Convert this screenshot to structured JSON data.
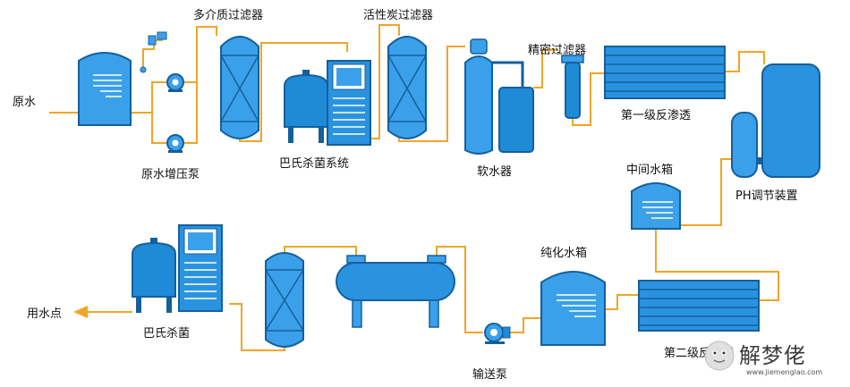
{
  "colors": {
    "pipe": "#f0a527",
    "vessel_dark": "#1f8ad6",
    "vessel_light": "#3aa0ea",
    "frame": "#155f9c"
  },
  "labels": {
    "raw_water": "原水",
    "multimedia_filter": "多介质过滤器",
    "activated_carbon_filter": "活性炭过滤器",
    "precision_filter": "精密过滤器",
    "raw_water_pump": "原水增压泵",
    "pasteurization_system": "巴氏杀菌系统",
    "water_softener": "软水器",
    "ro_stage_1": "第一级反渗透",
    "intermediate_tank": "中间水箱",
    "ph_adjust": "PH调节装置",
    "pure_water_tank": "纯化水箱",
    "point_of_use": "用水点",
    "pasteurization": "巴氏杀菌",
    "transfer_pump": "输送泵",
    "ro_stage_2": "第二级反渗透"
  },
  "watermark": {
    "text": "解梦佬",
    "url": "www.jiemenglao.com"
  }
}
